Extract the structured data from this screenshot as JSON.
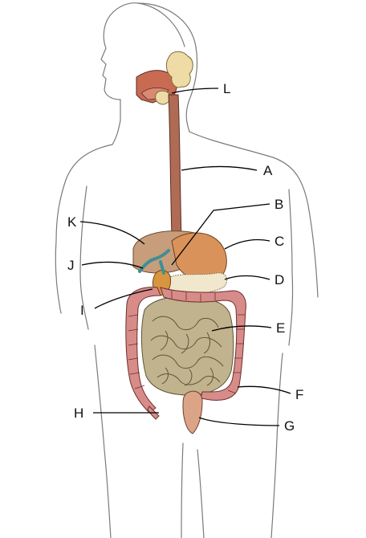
{
  "diagram": {
    "labels": [
      "A",
      "B",
      "C",
      "D",
      "E",
      "F",
      "G",
      "H",
      "I",
      "J",
      "K",
      "L"
    ]
  },
  "colors": {
    "outline": "#7a7a7a",
    "esophagus": "#b06b55",
    "liver": "#c89d7b",
    "stomach": "#d9935a",
    "pancreas": "#f1e7cd",
    "gallbladder": "#d7953f",
    "bile_duct": "#3f8f95",
    "small_intestine": "#c0b38e",
    "large_intestine": "#d78c8a",
    "appendix": "#dba487",
    "salivary_glands": "#efdba5",
    "mouth": "#c86b52"
  }
}
